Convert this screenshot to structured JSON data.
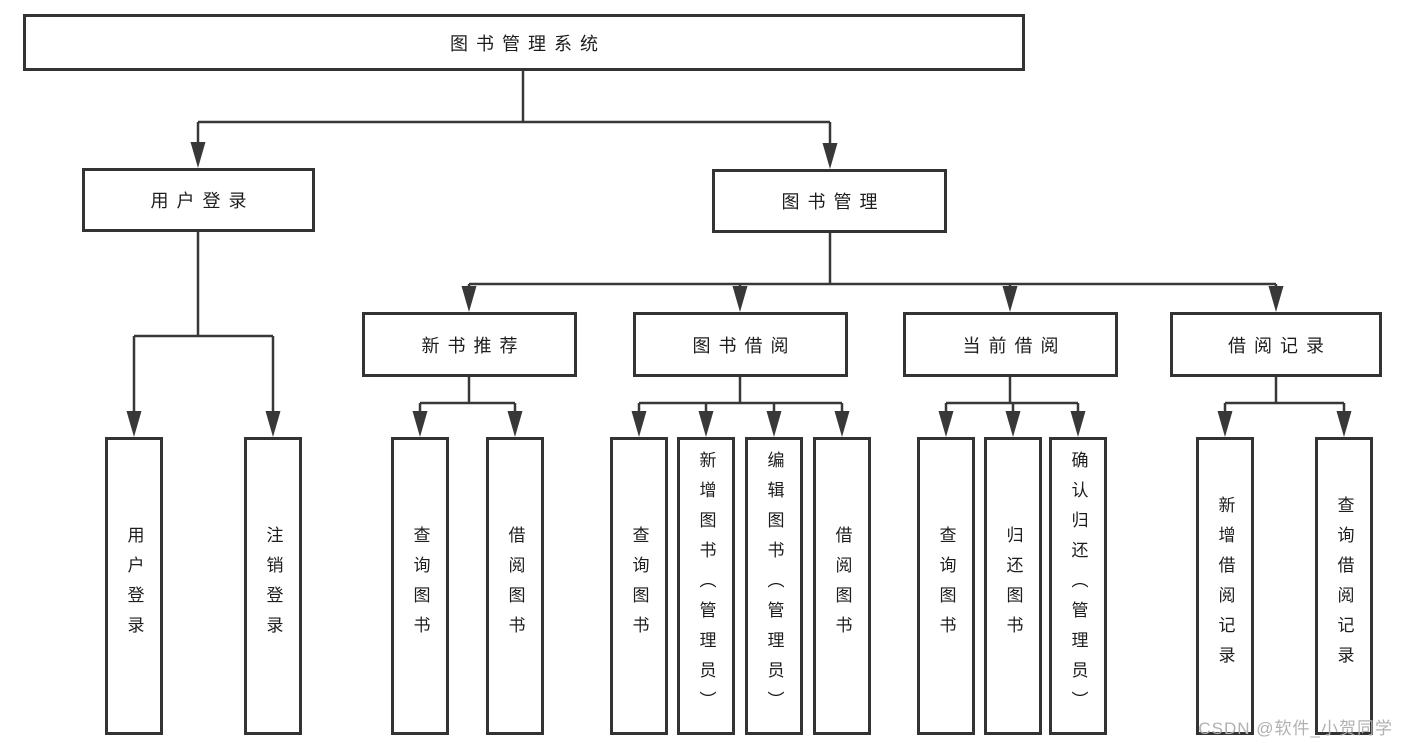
{
  "diagram_type": "hierarchy-tree",
  "colors": {
    "background": "#ffffff",
    "box_border": "#333333",
    "connector": "#383838",
    "text": "#1d1d1d",
    "watermark": "#b1b1b1"
  },
  "tree": {
    "label": "图书管理系统",
    "children": [
      {
        "label": "用户登录",
        "children": [
          {
            "label": "用户登录"
          },
          {
            "label": "注销登录"
          }
        ]
      },
      {
        "label": "图书管理",
        "children": [
          {
            "label": "新书推荐",
            "children": [
              {
                "label": "查询图书"
              },
              {
                "label": "借阅图书"
              }
            ]
          },
          {
            "label": "图书借阅",
            "children": [
              {
                "label": "查询图书"
              },
              {
                "label": "新增图书（管理员）"
              },
              {
                "label": "编辑图书（管理员）"
              },
              {
                "label": "借阅图书"
              }
            ]
          },
          {
            "label": "当前借阅",
            "children": [
              {
                "label": "查询图书"
              },
              {
                "label": "归还图书"
              },
              {
                "label": "确认归还（管理员）"
              }
            ]
          },
          {
            "label": "借阅记录",
            "children": [
              {
                "label": "新增借阅记录"
              },
              {
                "label": "查询借阅记录"
              }
            ]
          }
        ]
      }
    ]
  },
  "watermark": "CSDN @软件_小贺同学"
}
